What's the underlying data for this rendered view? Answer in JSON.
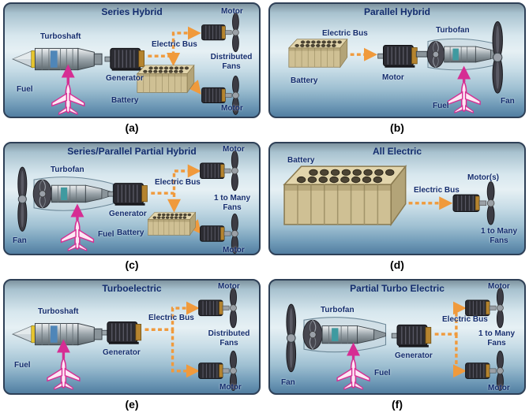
{
  "figure": {
    "colors": {
      "arrow_orange": "#f09a3c",
      "aircraft_pink": "#d62d93",
      "label_navy": "#142d6e",
      "battery_tan": "#d8caa0"
    },
    "panels": [
      {
        "id": "a",
        "caption": "(a)",
        "title": "Series Hybrid",
        "labels": {
          "engine": "Turboshaft",
          "bus": "Electric Bus",
          "motor_top": "Motor",
          "generator": "Generator",
          "fans": "Distributed Fans",
          "fuel": "Fuel",
          "battery": "Battery",
          "motor_bottom": "Motor"
        }
      },
      {
        "id": "b",
        "caption": "(b)",
        "title": "Parallel Hybrid",
        "labels": {
          "bus": "Electric Bus",
          "engine": "Turbofan",
          "battery": "Battery",
          "motor": "Motor",
          "fuel": "Fuel",
          "fan": "Fan"
        }
      },
      {
        "id": "c",
        "caption": "(c)",
        "title": "Series/Parallel Partial Hybrid",
        "labels": {
          "engine": "Turbofan",
          "bus": "Electric Bus",
          "motor_top": "Motor",
          "generator": "Generator",
          "fans": "1 to Many Fans",
          "fan": "Fan",
          "fuel": "Fuel",
          "battery": "Battery",
          "motor_bottom": "Motor"
        }
      },
      {
        "id": "d",
        "caption": "(d)",
        "title": "All Electric",
        "labels": {
          "battery": "Battery",
          "bus": "Electric Bus",
          "motor": "Motor(s)",
          "fans": "1 to Many Fans"
        }
      },
      {
        "id": "e",
        "caption": "(e)",
        "title": "Turboelectric",
        "labels": {
          "engine": "Turboshaft",
          "bus": "Electric Bus",
          "motor_top": "Motor",
          "generator": "Generator",
          "fans": "Distributed Fans",
          "fuel": "Fuel",
          "motor_bottom": "Motor"
        }
      },
      {
        "id": "f",
        "caption": "(f)",
        "title": "Partial Turbo Electric",
        "labels": {
          "engine": "Turbofan",
          "bus": "Electric Bus",
          "motor_top": "Motor",
          "generator": "Generator",
          "fans": "1 to Many Fans",
          "fan": "Fan",
          "fuel": "Fuel",
          "motor_bottom": "Motor"
        }
      }
    ]
  }
}
